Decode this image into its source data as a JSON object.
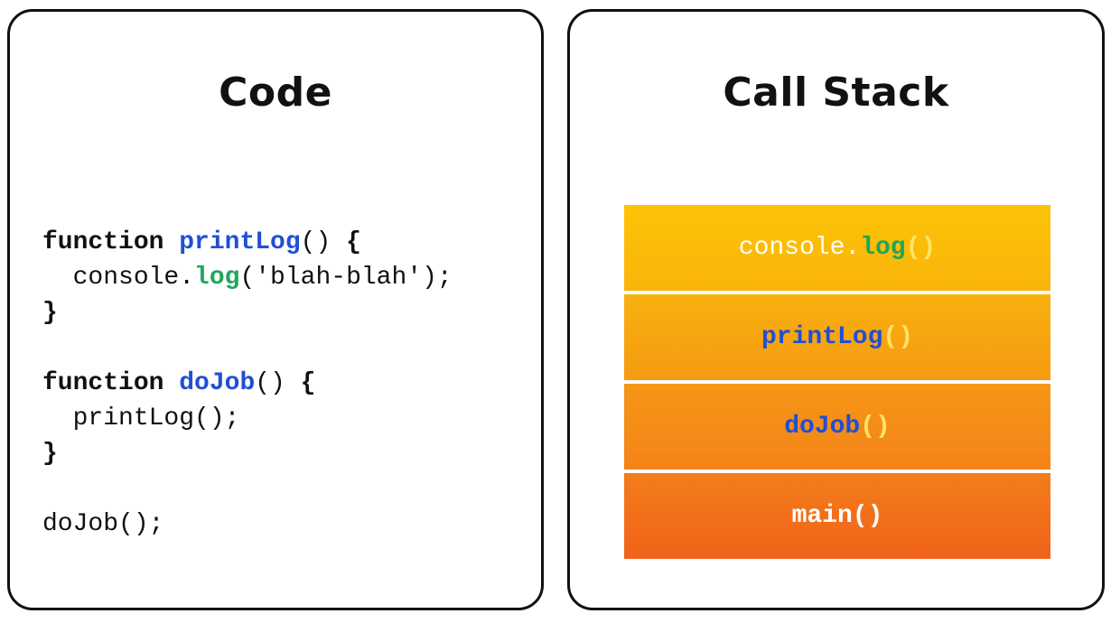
{
  "code_panel": {
    "title": "Code",
    "lines": {
      "l1": {
        "kw": "function ",
        "fn": "printLog",
        "rest": "() ",
        "brace": "{"
      },
      "l2": {
        "pre": "  console.",
        "method": "log",
        "rest": "('blah-blah');"
      },
      "l3": {
        "brace": "}"
      },
      "l5": {
        "kw": "function ",
        "fn": "doJob",
        "rest": "() ",
        "brace": "{"
      },
      "l6": {
        "text": "  printLog();"
      },
      "l7": {
        "brace": "}"
      },
      "l9": {
        "text": "doJob();"
      }
    }
  },
  "stack_panel": {
    "title": "Call Stack",
    "frames": [
      {
        "object": "console.",
        "method": "log",
        "parens": "()"
      },
      {
        "fn": "printLog",
        "parens": "()"
      },
      {
        "fn": "doJob",
        "parens": "()"
      },
      {
        "text": "main()"
      }
    ]
  },
  "colors": {
    "function_name": "#1f4fd6",
    "method_name": "#20a65a",
    "stack_top": "#fdc407",
    "stack_bottom": "#f1631a"
  }
}
